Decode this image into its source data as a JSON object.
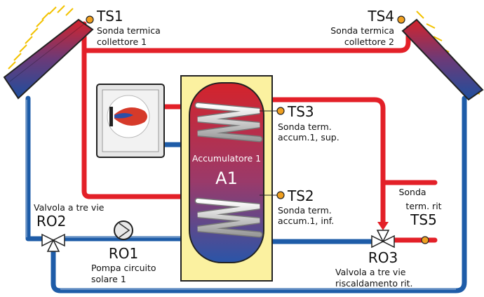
{
  "sensors": {
    "ts1": {
      "code": "TS1",
      "line1": "Sonda termica",
      "line2": "collettore 1"
    },
    "ts4": {
      "code": "TS4",
      "line1": "Sonda termica",
      "line2": "collettore 2"
    },
    "ts3": {
      "code": "TS3",
      "line1": "Sonda term.",
      "line2": "accum.1, sup."
    },
    "ts2": {
      "code": "TS2",
      "line1": "Sonda term.",
      "line2": "accum.1, inf."
    },
    "ts5": {
      "code": "TS5",
      "line1": "Sonda",
      "line2": "term. rit"
    }
  },
  "tank": {
    "name": "Accumulatore 1",
    "code": "A1"
  },
  "outputs": {
    "ro2": {
      "code": "RO2",
      "label": "Valvola a tre vie"
    },
    "ro1": {
      "code": "RO1",
      "line1": "Pompa circuito",
      "line2": "solare 1"
    },
    "ro3": {
      "code": "RO3",
      "line1": "Valvola a tre vie",
      "line2": "riscaldamento rit."
    }
  },
  "colors": {
    "hot": "#e32028",
    "cold": "#1e5ca8",
    "tank_bg": "#fbf1a0",
    "sensor": "#f0a020"
  }
}
